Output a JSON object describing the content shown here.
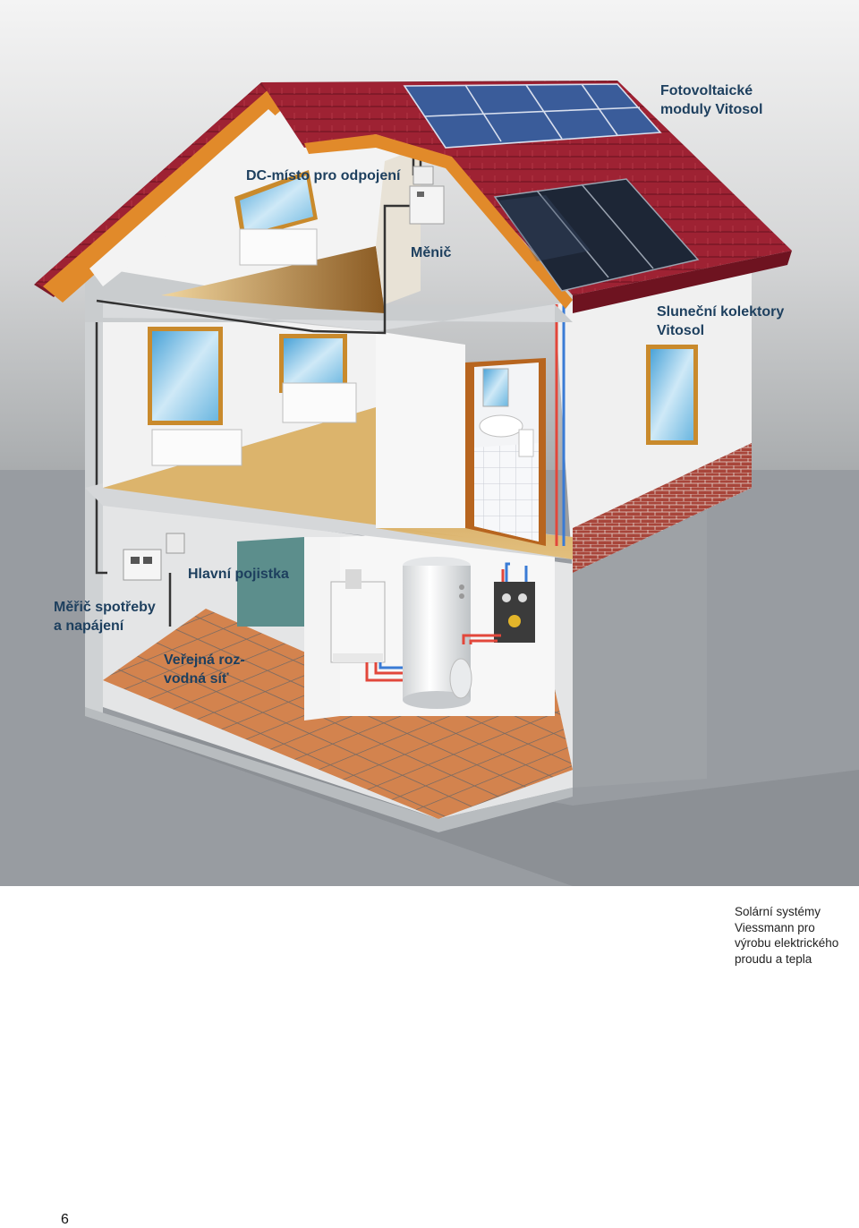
{
  "labels": {
    "pv_modules": [
      "Fotovoltaické",
      "moduly Vitosol"
    ],
    "dc_disconnect": "DC-místo pro odpojení",
    "inverter": "Měnič",
    "solar_collectors": [
      "Sluneční kolektory",
      "Vitosol"
    ],
    "meter": [
      "Měřič spotřeby",
      "a napájení"
    ],
    "main_fuse": "Hlavní pojistka",
    "public_grid": [
      "Veřejná roz-",
      "vodná síť"
    ]
  },
  "caption": [
    "Solární systémy",
    "Viessmann pro",
    "výrobu elektrického",
    "proudu a tepla"
  ],
  "page_number": "6",
  "colors": {
    "label_text": "#1d3f5e",
    "sky": "#a3a6a9",
    "ground": "#989ca1",
    "roof": "#9e2233",
    "pv_panel": "#3a5c9a",
    "collector": "#1d2636",
    "wood_floor": "#d2a45a",
    "tile_floor": "#d3834e",
    "brick": "#a8453a",
    "wall": "#f2f2f2"
  }
}
